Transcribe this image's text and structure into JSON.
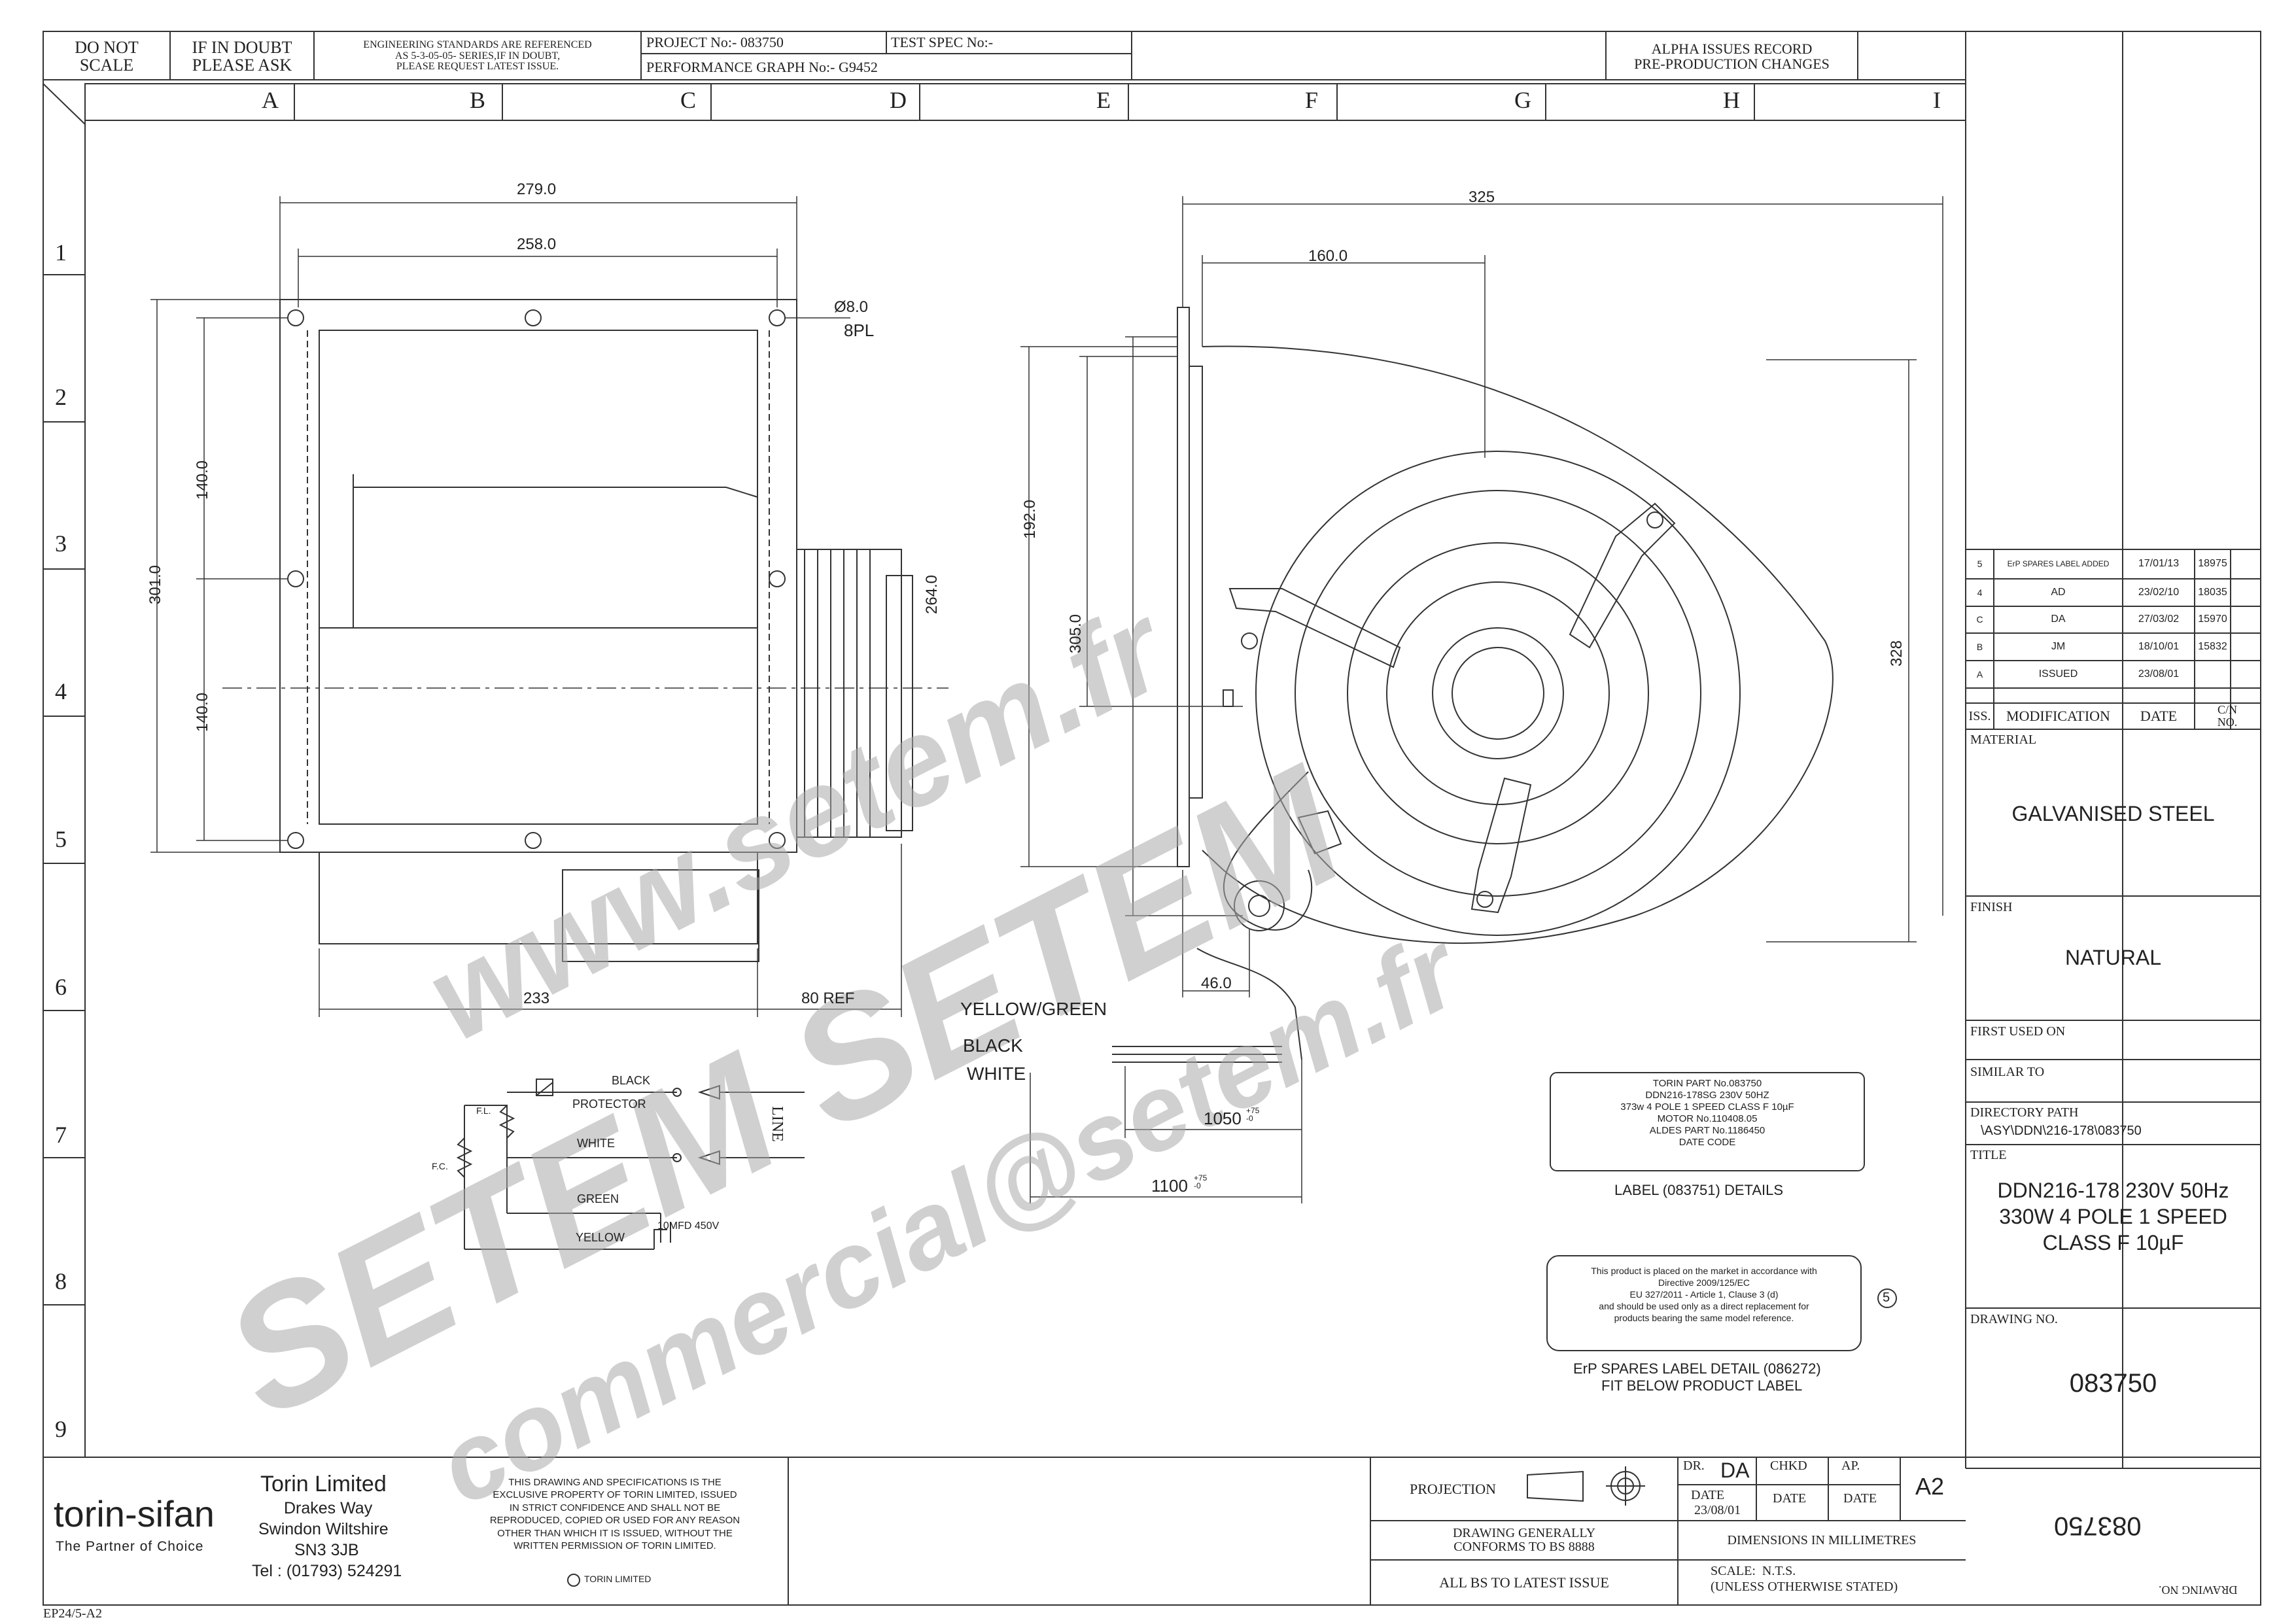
{
  "titleblock_top": {
    "do_not_scale": "DO NOT\nSCALE",
    "if_in_doubt": "IF IN DOUBT\nPLEASE ASK",
    "standards": "ENGINEERING STANDARDS ARE REFERENCED\nAS 5-3-05-05- SERIES,IF IN DOUBT,\nPLEASE REQUEST LATEST ISSUE.",
    "project": "PROJECT No:- 083750",
    "test_spec": "TEST SPEC No:-",
    "perf_graph": "PERFORMANCE GRAPH No:- G9452",
    "alpha": "ALPHA ISSUES RECORD\nPRE-PRODUCTION CHANGES"
  },
  "grid": {
    "columns": [
      "A",
      "B",
      "C",
      "D",
      "E",
      "F",
      "G",
      "H",
      "I"
    ],
    "rows": [
      "1",
      "2",
      "3",
      "4",
      "5",
      "6",
      "7",
      "8",
      "9"
    ]
  },
  "dimensions": {
    "d279": "279.0",
    "d258": "258.0",
    "hole": "Ø8.0",
    "hole_count": "8PL",
    "d140a": "140.0",
    "d140b": "140.0",
    "d301": "301.0",
    "d233": "233",
    "d80": "80 REF",
    "d325": "325",
    "d160": "160.0",
    "d192": "192.0",
    "d264": "264.0",
    "d305": "305.0",
    "d328": "328",
    "d46": "46.0",
    "d1050": "1050",
    "d1050_tol": "+75\n-0",
    "d1100": "1100",
    "d1100_tol": "+75\n-0"
  },
  "wiring": {
    "yellow_green": "YELLOW/GREEN",
    "black": "BLACK",
    "white": "WHITE",
    "w_black": "BLACK",
    "w_protector": "PROTECTOR",
    "w_white": "WHITE",
    "w_green": "GREEN",
    "w_yellow": "YELLOW",
    "cap": "10MFD 450V",
    "fc": "F.C.",
    "fl": "F.L.",
    "line": "LINE"
  },
  "label_box": {
    "lines": [
      "TORIN PART No.083750",
      "DDN216-178SG 230V 50HZ",
      "373w 4 POLE 1 SPEED CLASS F 10µF",
      "MOTOR No.110408.05",
      "ALDES PART No.1186450",
      "DATE CODE"
    ],
    "caption": "LABEL (083751) DETAILS"
  },
  "erp_box": {
    "lines": [
      "This product is placed on the market in accordance with",
      "Directive 2009/125/EC",
      "EU 327/2011 - Article 1, Clause 3 (d)",
      "and should be used only as a direct replacement for",
      "products bearing the same model reference."
    ],
    "marker": "5",
    "caption1": "ErP SPARES LABEL DETAIL (086272)",
    "caption2": "FIT BELOW PRODUCT LABEL"
  },
  "revisions": {
    "rows": [
      {
        "iss": "5",
        "mod": "ErP SPARES LABEL ADDED",
        "date": "17/01/13",
        "cn": "18975"
      },
      {
        "iss": "4",
        "mod": "AD",
        "date": "23/02/10",
        "cn": "18035"
      },
      {
        "iss": "C",
        "mod": "DA",
        "date": "27/03/02",
        "cn": "15970"
      },
      {
        "iss": "B",
        "mod": "JM",
        "date": "18/10/01",
        "cn": "15832"
      },
      {
        "iss": "A",
        "mod": "ISSUED",
        "date": "23/08/01",
        "cn": ""
      }
    ],
    "h_iss": "ISS.",
    "h_mod": "MODIFICATION",
    "h_date": "DATE",
    "h_cn": "C/N\nNO."
  },
  "sidebar": {
    "material_label": "MATERIAL",
    "material": "GALVANISED STEEL",
    "finish_label": "FINISH",
    "finish": "NATURAL",
    "first_used": "FIRST USED ON",
    "similar": "SIMILAR TO",
    "dir_label": "DIRECTORY PATH",
    "dir": "\\ASY\\DDN\\216-178\\083750",
    "title_label": "TITLE",
    "title": "DDN216-178 230V 50Hz\n330W 4 POLE 1 SPEED\nCLASS F 10µF",
    "drawing_no_label": "DRAWING NO.",
    "drawing_no": "083750"
  },
  "bottom": {
    "brand": "torin-sifan",
    "tagline": "The Partner of Choice",
    "company": "Torin Limited",
    "addr1": "Drakes Way",
    "addr2": "Swindon Wiltshire",
    "addr3": "SN3 3JB",
    "tel": "Tel : (01793) 524291",
    "confidential": "THIS DRAWING AND SPECIFICATIONS IS THE\nEXCLUSIVE PROPERTY OF TORIN LIMITED, ISSUED\nIN STRICT CONFIDENCE AND SHALL NOT BE\nREPRODUCED, COPIED OR USED FOR ANY REASON\nOTHER THAN WHICH IT IS ISSUED, WITHOUT THE\nWRITTEN PERMISSION OF TORIN LIMITED.",
    "copyright": "TORIN LIMITED",
    "projection": "PROJECTION",
    "dr": "DR.",
    "dr_val": "DA",
    "chkd": "CHKD",
    "ap": "AP.",
    "date_l1": "DATE",
    "date_v1": "23/08/01",
    "date_l2": "DATE",
    "date_l3": "DATE",
    "size": "A2",
    "conforms": "DRAWING GENERALLY\nCONFORMS TO BS 8888",
    "dims": "DIMENSIONS IN MILLIMETRES",
    "all_bs": "ALL BS TO LATEST ISSUE",
    "scale": "SCALE:  N.T.S.\n(UNLESS OTHERWISE STATED)",
    "drawing_no_inv": "083750",
    "drawing_no_label_inv": "DRAWING NO."
  },
  "footer_code": "EP24/5-A2",
  "watermarks": {
    "w1": "www.setem.fr",
    "w2": "SETEM SETEM",
    "w3": "commercial@setem.fr"
  }
}
